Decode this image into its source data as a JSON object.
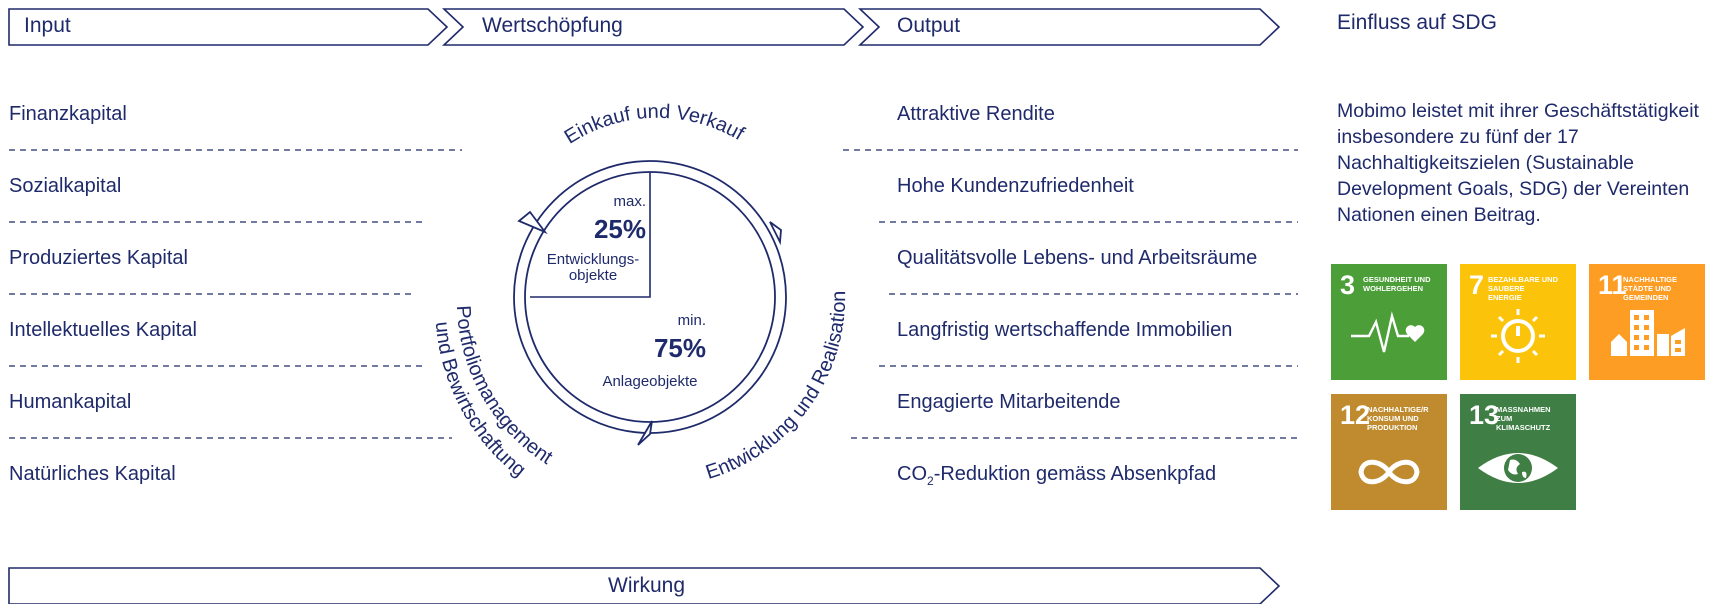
{
  "colors": {
    "navy": "#1f2a6b",
    "sdg3": "#4c9f38",
    "sdg7": "#fcc30b",
    "sdg11": "#fd9d24",
    "sdg12": "#bf8b2e",
    "sdg13": "#3f7e44"
  },
  "headers": {
    "input": "Input",
    "value_creation": "Wertschöpfung",
    "output": "Output",
    "impact": "Wirkung",
    "sdg": "Einfluss auf SDG"
  },
  "inputs": [
    "Finanzkapital",
    "Sozialkapital",
    "Produziertes Kapital",
    "Intellektuelles Kapital",
    "Humankapital",
    "Natürliches Kapital"
  ],
  "outputs": [
    "Attraktive Rendite",
    "Hohe Kundenzufriedenheit",
    "Qualitätsvolle Lebens- und Arbeitsräume",
    "Langfristig wertschaffende Immobilien",
    "Engagierte Mitarbeitende"
  ],
  "output_co2": {
    "prefix": "CO",
    "sub": "2",
    "suffix": "-Reduktion gemäss Absenkpfad"
  },
  "cycle": {
    "top_label": "Einkauf und Verkauf",
    "right_label": "Entwicklung und Realisation",
    "left_label_1": "Portfoliomanagement",
    "left_label_2": "und Bewirtschaftung",
    "dev_prefix": "max.",
    "dev_value": "25%",
    "dev_label_1": "Entwicklungs-",
    "dev_label_2": "objekte",
    "inv_prefix": "min.",
    "inv_value": "75%",
    "inv_label": "Anlageobjekte",
    "dev_share_pct": 25,
    "inv_share_pct": 75
  },
  "sdg_description": "Mobimo leistet mit ihrer Geschäfts­tätigkeit insbesondere zu fünf der 17 Nachhaltigkeitszielen (Sustainable Development Goals, SDG) der Vereinten Nationen einen Beitrag.",
  "sdgs": [
    {
      "number": "3",
      "label": "Gesundheit und Wohlergehen",
      "icon": "heartbeat-icon"
    },
    {
      "number": "7",
      "label": "Bezahlbare und saubere Energie",
      "icon": "sun-power-icon"
    },
    {
      "number": "11",
      "label": "Nachhaltige Städte und Gemeinden",
      "icon": "city-buildings-icon"
    },
    {
      "number": "12",
      "label": "Nachhaltige/r Konsum und Produktion",
      "icon": "infinity-icon"
    },
    {
      "number": "13",
      "label": "Massnahmen zum Klimaschutz",
      "icon": "eye-globe-icon"
    }
  ]
}
